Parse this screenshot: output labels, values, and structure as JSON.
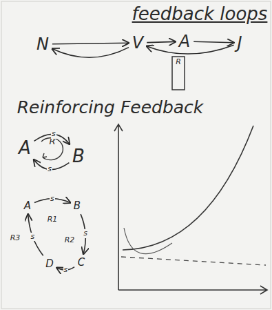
{
  "diagram": {
    "title": "feedback loops",
    "nodes": [
      {
        "text": [
          "N"
        ]
      },
      {
        "text": [
          "V"
        ]
      },
      {
        "text": [
          "A"
        ]
      },
      {
        "text": [
          "J"
        ]
      },
      {
        "text": [
          "A"
        ]
      },
      {
        "text": [
          "B"
        ]
      },
      {
        "text": [
          "A"
        ]
      },
      {
        "text": [
          "B"
        ]
      },
      {
        "text": [
          "C"
        ]
      },
      {
        "text": [
          "D"
        ]
      }
    ],
    "edges": [
      {
        "from": 0,
        "to": 1,
        "arrow": "to"
      },
      {
        "from": 1,
        "to": 2,
        "arrow": "to"
      },
      {
        "from": 2,
        "to": 3,
        "arrow": "to"
      },
      {
        "from": 1,
        "to": 0,
        "arrow": "to"
      },
      {
        "from": 3,
        "to": 1,
        "arrow": "to"
      },
      {
        "from": 4,
        "to": 5,
        "label": "s",
        "arrow": "to"
      },
      {
        "from": 5,
        "to": 4,
        "label": "s",
        "arrow": "to"
      },
      {
        "from": 6,
        "to": 7,
        "label": "s",
        "arrow": "to"
      },
      {
        "from": 7,
        "to": 8,
        "label": "s",
        "arrow": "to"
      },
      {
        "from": 8,
        "to": 9,
        "label": "s",
        "arrow": "to"
      },
      {
        "from": 9,
        "to": 6,
        "label": "s",
        "arrow": "to"
      }
    ],
    "labels": [
      "R",
      "Reinforcing Feedback",
      "R",
      "R1",
      "R2",
      "R3"
    ]
  }
}
